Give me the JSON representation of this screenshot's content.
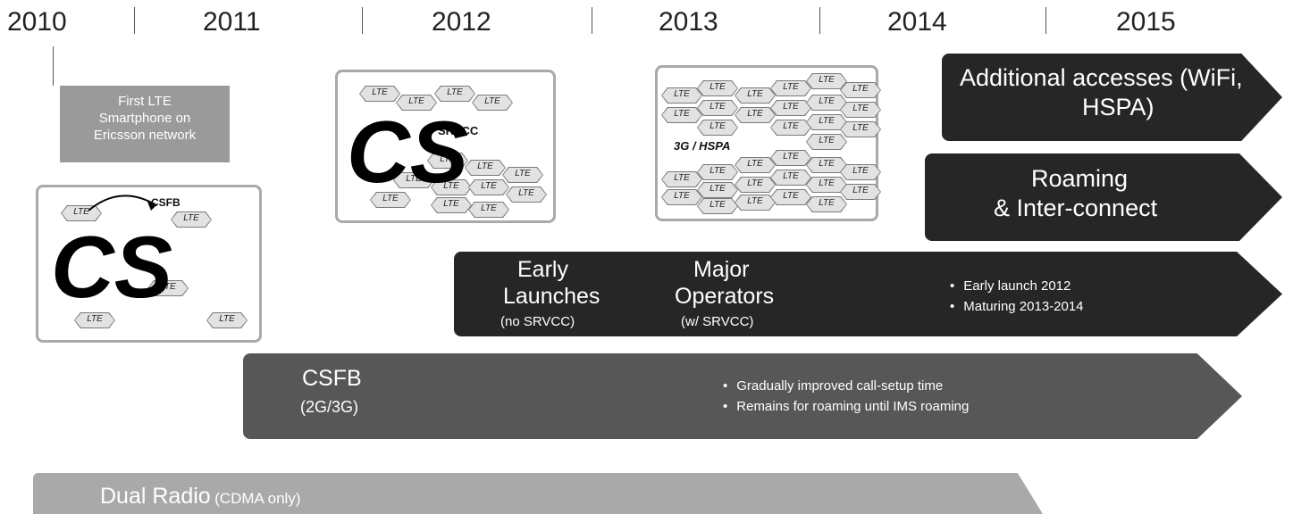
{
  "timeline": {
    "years": [
      "2010",
      "2011",
      "2012",
      "2013",
      "2014",
      "2015"
    ]
  },
  "first_lte_box": {
    "text_lines": [
      "First LTE",
      "Smartphone on",
      "Ericsson network"
    ]
  },
  "panel_2010": {
    "big_text": "CS",
    "arrow_label": "CSFB",
    "cell_label": "LTE"
  },
  "panel_2012": {
    "big_text": "CS",
    "cell_label": "LTE",
    "srvcc_label": "SRVCC"
  },
  "panel_2013": {
    "cell_label": "LTE",
    "network_label": "3G / HSPA"
  },
  "arrows": {
    "additional_accesses": {
      "line1": "Additional accesses (WiFi,",
      "line2": "HSPA)"
    },
    "roaming": {
      "line1": "Roaming",
      "line2": "& Inter-connect"
    },
    "volte": {
      "early_title": [
        "Early",
        "Launches"
      ],
      "early_sub": "(no SRVCC)",
      "major_title": [
        "Major",
        "Operators"
      ],
      "major_sub": "(w/ SRVCC)",
      "bullets": [
        "Early launch 2012",
        "Maturing 2013-2014"
      ]
    },
    "csfb": {
      "title": "CSFB",
      "sub": "(2G/3G)",
      "bullets": [
        "Gradually improved call-setup time",
        "Remains for roaming until IMS roaming"
      ]
    },
    "dual_radio": {
      "title": "Dual Radio",
      "sub": "(CDMA only)"
    }
  },
  "colors": {
    "black_arrow": "#262626",
    "dark_arrow": "#575757",
    "light_arrow": "#a9a9a9"
  }
}
